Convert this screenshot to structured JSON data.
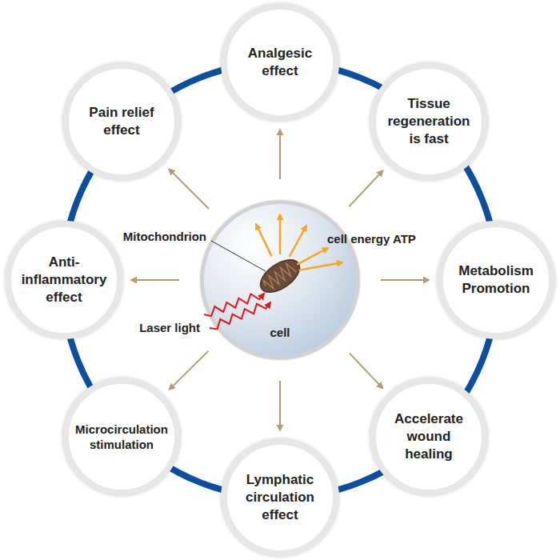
{
  "diagram": {
    "nodes": [
      {
        "text": [
          "Analgesic effect"
        ]
      },
      {
        "text": [
          "Tissue regeneration is fast"
        ]
      },
      {
        "text": [
          "Metabolism Promotion"
        ]
      },
      {
        "text": [
          "Accelerate wound healing"
        ]
      },
      {
        "text": [
          "Lymphatic circulation effect"
        ]
      },
      {
        "text": [
          "Microcirculation stimulation"
        ]
      },
      {
        "text": [
          "Anti- inflammatory effect"
        ]
      },
      {
        "text": [
          "Pain relief effect"
        ]
      },
      {
        "text": [
          "cell"
        ]
      }
    ],
    "edges": [
      {
        "from": 8,
        "to": 0,
        "arrow": "to"
      },
      {
        "from": 8,
        "to": 1,
        "arrow": "to"
      },
      {
        "from": 8,
        "to": 2,
        "arrow": "to"
      },
      {
        "from": 8,
        "to": 3,
        "arrow": "to"
      },
      {
        "from": 8,
        "to": 4,
        "arrow": "to"
      },
      {
        "from": 8,
        "to": 5,
        "arrow": "to"
      },
      {
        "from": 8,
        "to": 6,
        "arrow": "to"
      },
      {
        "from": 8,
        "to": 7,
        "arrow": "to"
      }
    ],
    "labels": [
      "Mitochondrion",
      "cell energy ATP",
      "Laser light"
    ]
  }
}
